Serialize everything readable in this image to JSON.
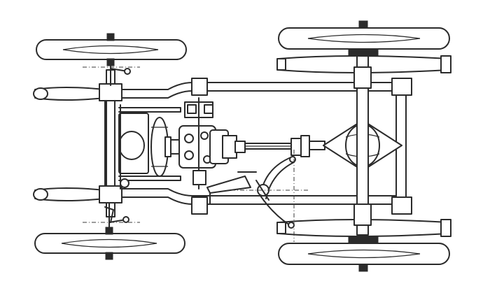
{
  "diagram": {
    "colors": {
      "ink": "#2b2b2b",
      "background": "#ffffff"
    },
    "parts": [
      "front-wheel-top",
      "front-wheel-bottom",
      "rear-wheel-top",
      "rear-wheel-bottom",
      "front-axle",
      "rear-axle",
      "chassis-frame",
      "radiator",
      "flywheel",
      "engine-block",
      "gearbox",
      "propeller-shaft",
      "universal-joint",
      "differential",
      "steering-linkage",
      "brake-linkage",
      "hand-lever"
    ]
  }
}
